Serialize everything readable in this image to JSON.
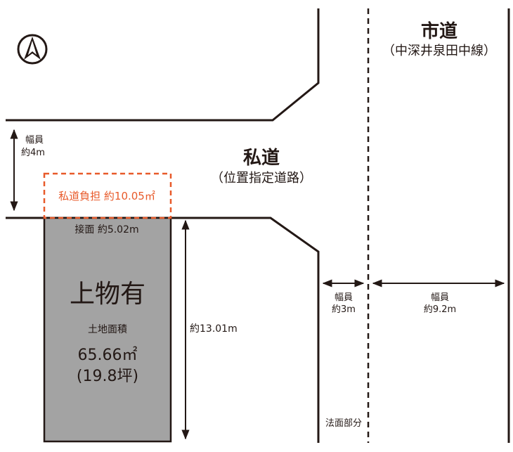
{
  "compass": {
    "icon": "north-arrow-icon"
  },
  "city_road": {
    "name": "市道",
    "subname": "（中深井泉田中線）",
    "width_label": "幅員",
    "width_value": "約9.2m"
  },
  "private_road": {
    "name": "私道",
    "subname": "（位置指定道路）",
    "width_label": "幅員",
    "width_value": "約4m"
  },
  "side_strip": {
    "width_label": "幅員",
    "width_value": "約3m",
    "note": "法面部分"
  },
  "lot": {
    "road_burden": "私道負担 約10.05㎡",
    "frontage": "接面 約5.02m",
    "status": "上物有",
    "area_label": "土地面積",
    "area_sqm": "65.66㎡",
    "area_tsubo": "(19.8坪)",
    "depth": "約13.01m"
  },
  "colors": {
    "line": "#231815",
    "lot_fill": "#a3a3a3",
    "burden": "#e85a2a"
  }
}
